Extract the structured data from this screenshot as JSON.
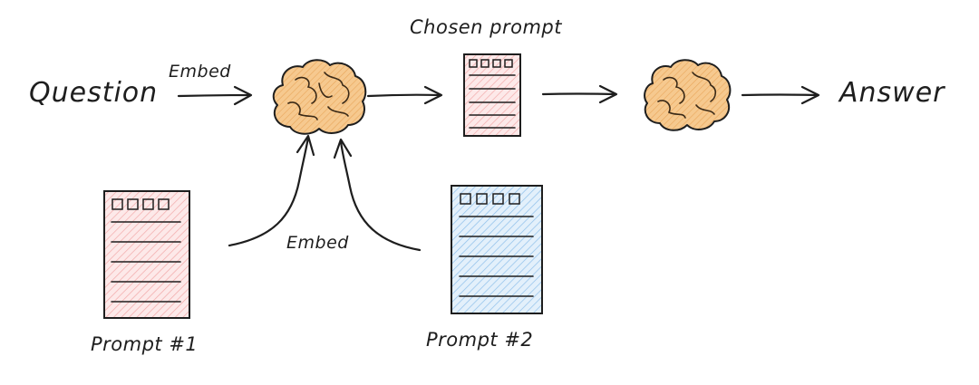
{
  "labels": {
    "question": "Question",
    "embed_top": "Embed",
    "chosen_prompt": "Chosen prompt",
    "answer": "Answer",
    "embed_bottom": "Embed",
    "prompt_1": "Prompt #1",
    "prompt_2": "Prompt #2"
  },
  "colors": {
    "ink": "#1e1e1e",
    "brain": "#f3bd7c",
    "prompt_pink": "#fbdada",
    "prompt_blue": "#cfe4f7"
  }
}
